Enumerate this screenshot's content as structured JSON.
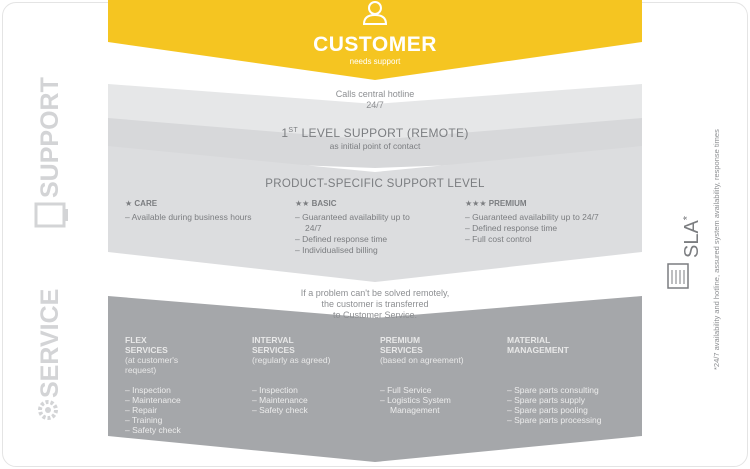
{
  "customer": {
    "title": "CUSTOMER",
    "subtitle": "needs support"
  },
  "hotline": {
    "line1": "Calls central hotline",
    "line2": "24/7"
  },
  "first_level": {
    "prefix": "1",
    "sup": "ST",
    "rest": " LEVEL SUPPORT (REMOTE)",
    "subtitle": "as initial point of contact"
  },
  "product_level": {
    "title": "PRODUCT-SPECIFIC SUPPORT LEVEL",
    "columns": [
      {
        "stars": "★",
        "name": "CARE",
        "items": [
          "– Available during business hours"
        ]
      },
      {
        "stars": "★★",
        "name": "BASIC",
        "items": [
          "– Guaranteed availability up to 24/7",
          "– Defined response time",
          "– Individualised billing"
        ]
      },
      {
        "stars": "★★★",
        "name": "PREMIUM",
        "items": [
          "– Guaranteed availability up to 24/7",
          "– Defined response time",
          "– Full cost control"
        ]
      }
    ]
  },
  "transfer": {
    "line1": "If a problem can't be solved remotely,",
    "line2": "the customer is transferred",
    "line3": "to Customer Service."
  },
  "service": {
    "columns": [
      {
        "heading_1": "FLEX",
        "heading_2": "SERVICES",
        "sub": "(at customer's request)",
        "items": [
          "– Inspection",
          "– Maintenance",
          "– Repair",
          "– Training",
          "– Safety check"
        ]
      },
      {
        "heading_1": "INTERVAL",
        "heading_2": "SERVICES",
        "sub": "(regularly as agreed)",
        "items": [
          "– Inspection",
          "– Maintenance",
          "– Safety check"
        ]
      },
      {
        "heading_1": "PREMIUM",
        "heading_2": "SERVICES",
        "sub": "(based on agreement)",
        "items": [
          "– Full Service",
          "– Logistics System Management"
        ]
      },
      {
        "heading_1": "MATERIAL",
        "heading_2": "MANAGEMENT",
        "sub": "",
        "items": [
          "– Spare parts consulting",
          "– Spare parts supply",
          "– Spare parts pooling",
          "– Spare parts processing"
        ]
      }
    ]
  },
  "side_labels": {
    "support": "SUPPORT",
    "service": "SERVICE"
  },
  "sla": {
    "label": "SLA",
    "asterisk": "*",
    "note": "*24/7 availability and hotline, assured system availability, response times"
  },
  "colors": {
    "yellow": "#f5c521",
    "light_gray": "#dcdddf",
    "mid_gray": "#d0d1d3",
    "dark_gray": "#a5a7aa",
    "text_gray": "#7b7d80"
  },
  "icons": [
    "person-icon",
    "monitor-icon",
    "gear-icon",
    "document-icon"
  ]
}
